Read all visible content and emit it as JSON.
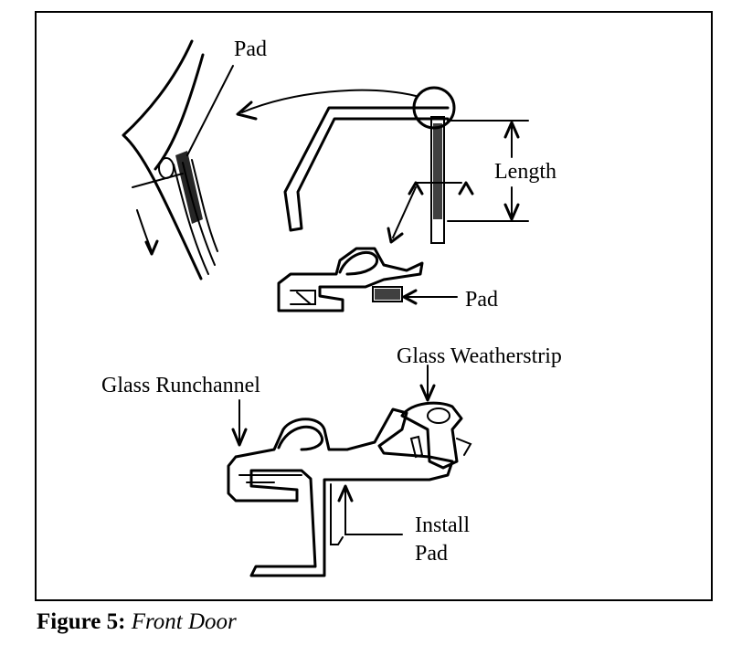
{
  "labels": {
    "pad_top": "Pad",
    "length": "Length",
    "pad_mid": "Pad",
    "glass_weatherstrip": "Glass Weatherstrip",
    "glass_runchannel": "Glass Runchannel",
    "install": "Install",
    "pad_bottom": "Pad"
  },
  "caption": {
    "number": "Figure 5:",
    "title": "Front Door"
  }
}
